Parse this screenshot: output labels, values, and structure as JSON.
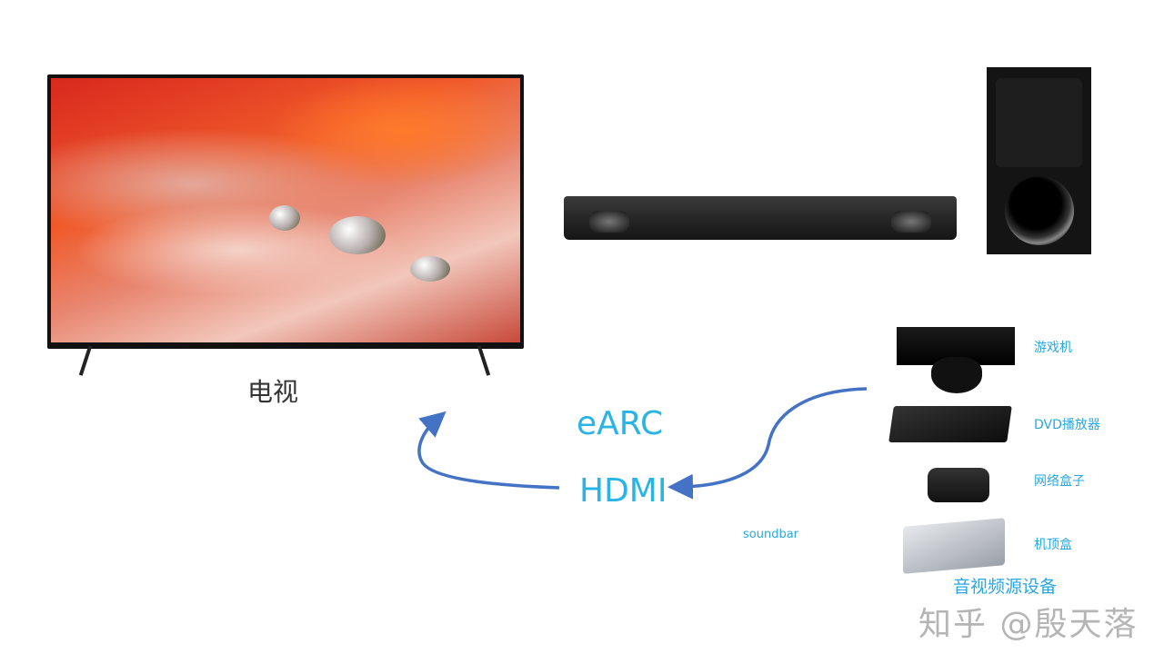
{
  "tv": {
    "label": "电视"
  },
  "connection": {
    "top_label": "eARC",
    "bottom_label": "HDMI",
    "arrow_color": "#4472c4",
    "text_color": "#2ab4e6"
  },
  "soundbar": {
    "label": "soundbar"
  },
  "sources": {
    "items": [
      {
        "label": "游戏机"
      },
      {
        "label": "DVD播放器"
      },
      {
        "label": "网络盒子"
      },
      {
        "label": "机顶盒"
      }
    ],
    "group_label": "音视频源设备"
  },
  "watermark": "知乎 @殷天落"
}
